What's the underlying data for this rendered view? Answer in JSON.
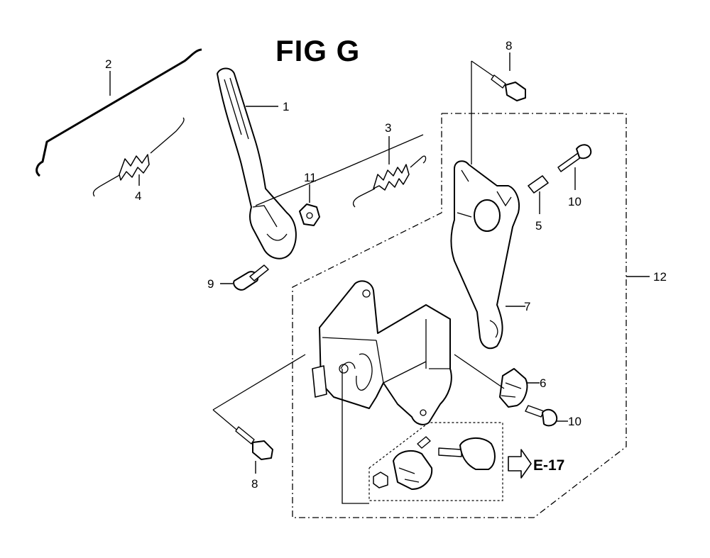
{
  "figure": {
    "title": "FIG G"
  },
  "callouts": {
    "c1": "1",
    "c2": "2",
    "c3": "3",
    "c4": "4",
    "c5": "5",
    "c6": "6",
    "c7": "7",
    "c8a": "8",
    "c8b": "8",
    "c9": "9",
    "c10a": "10",
    "c10b": "10",
    "c11": "11",
    "c12": "12"
  },
  "reference": {
    "label": "E-17"
  }
}
